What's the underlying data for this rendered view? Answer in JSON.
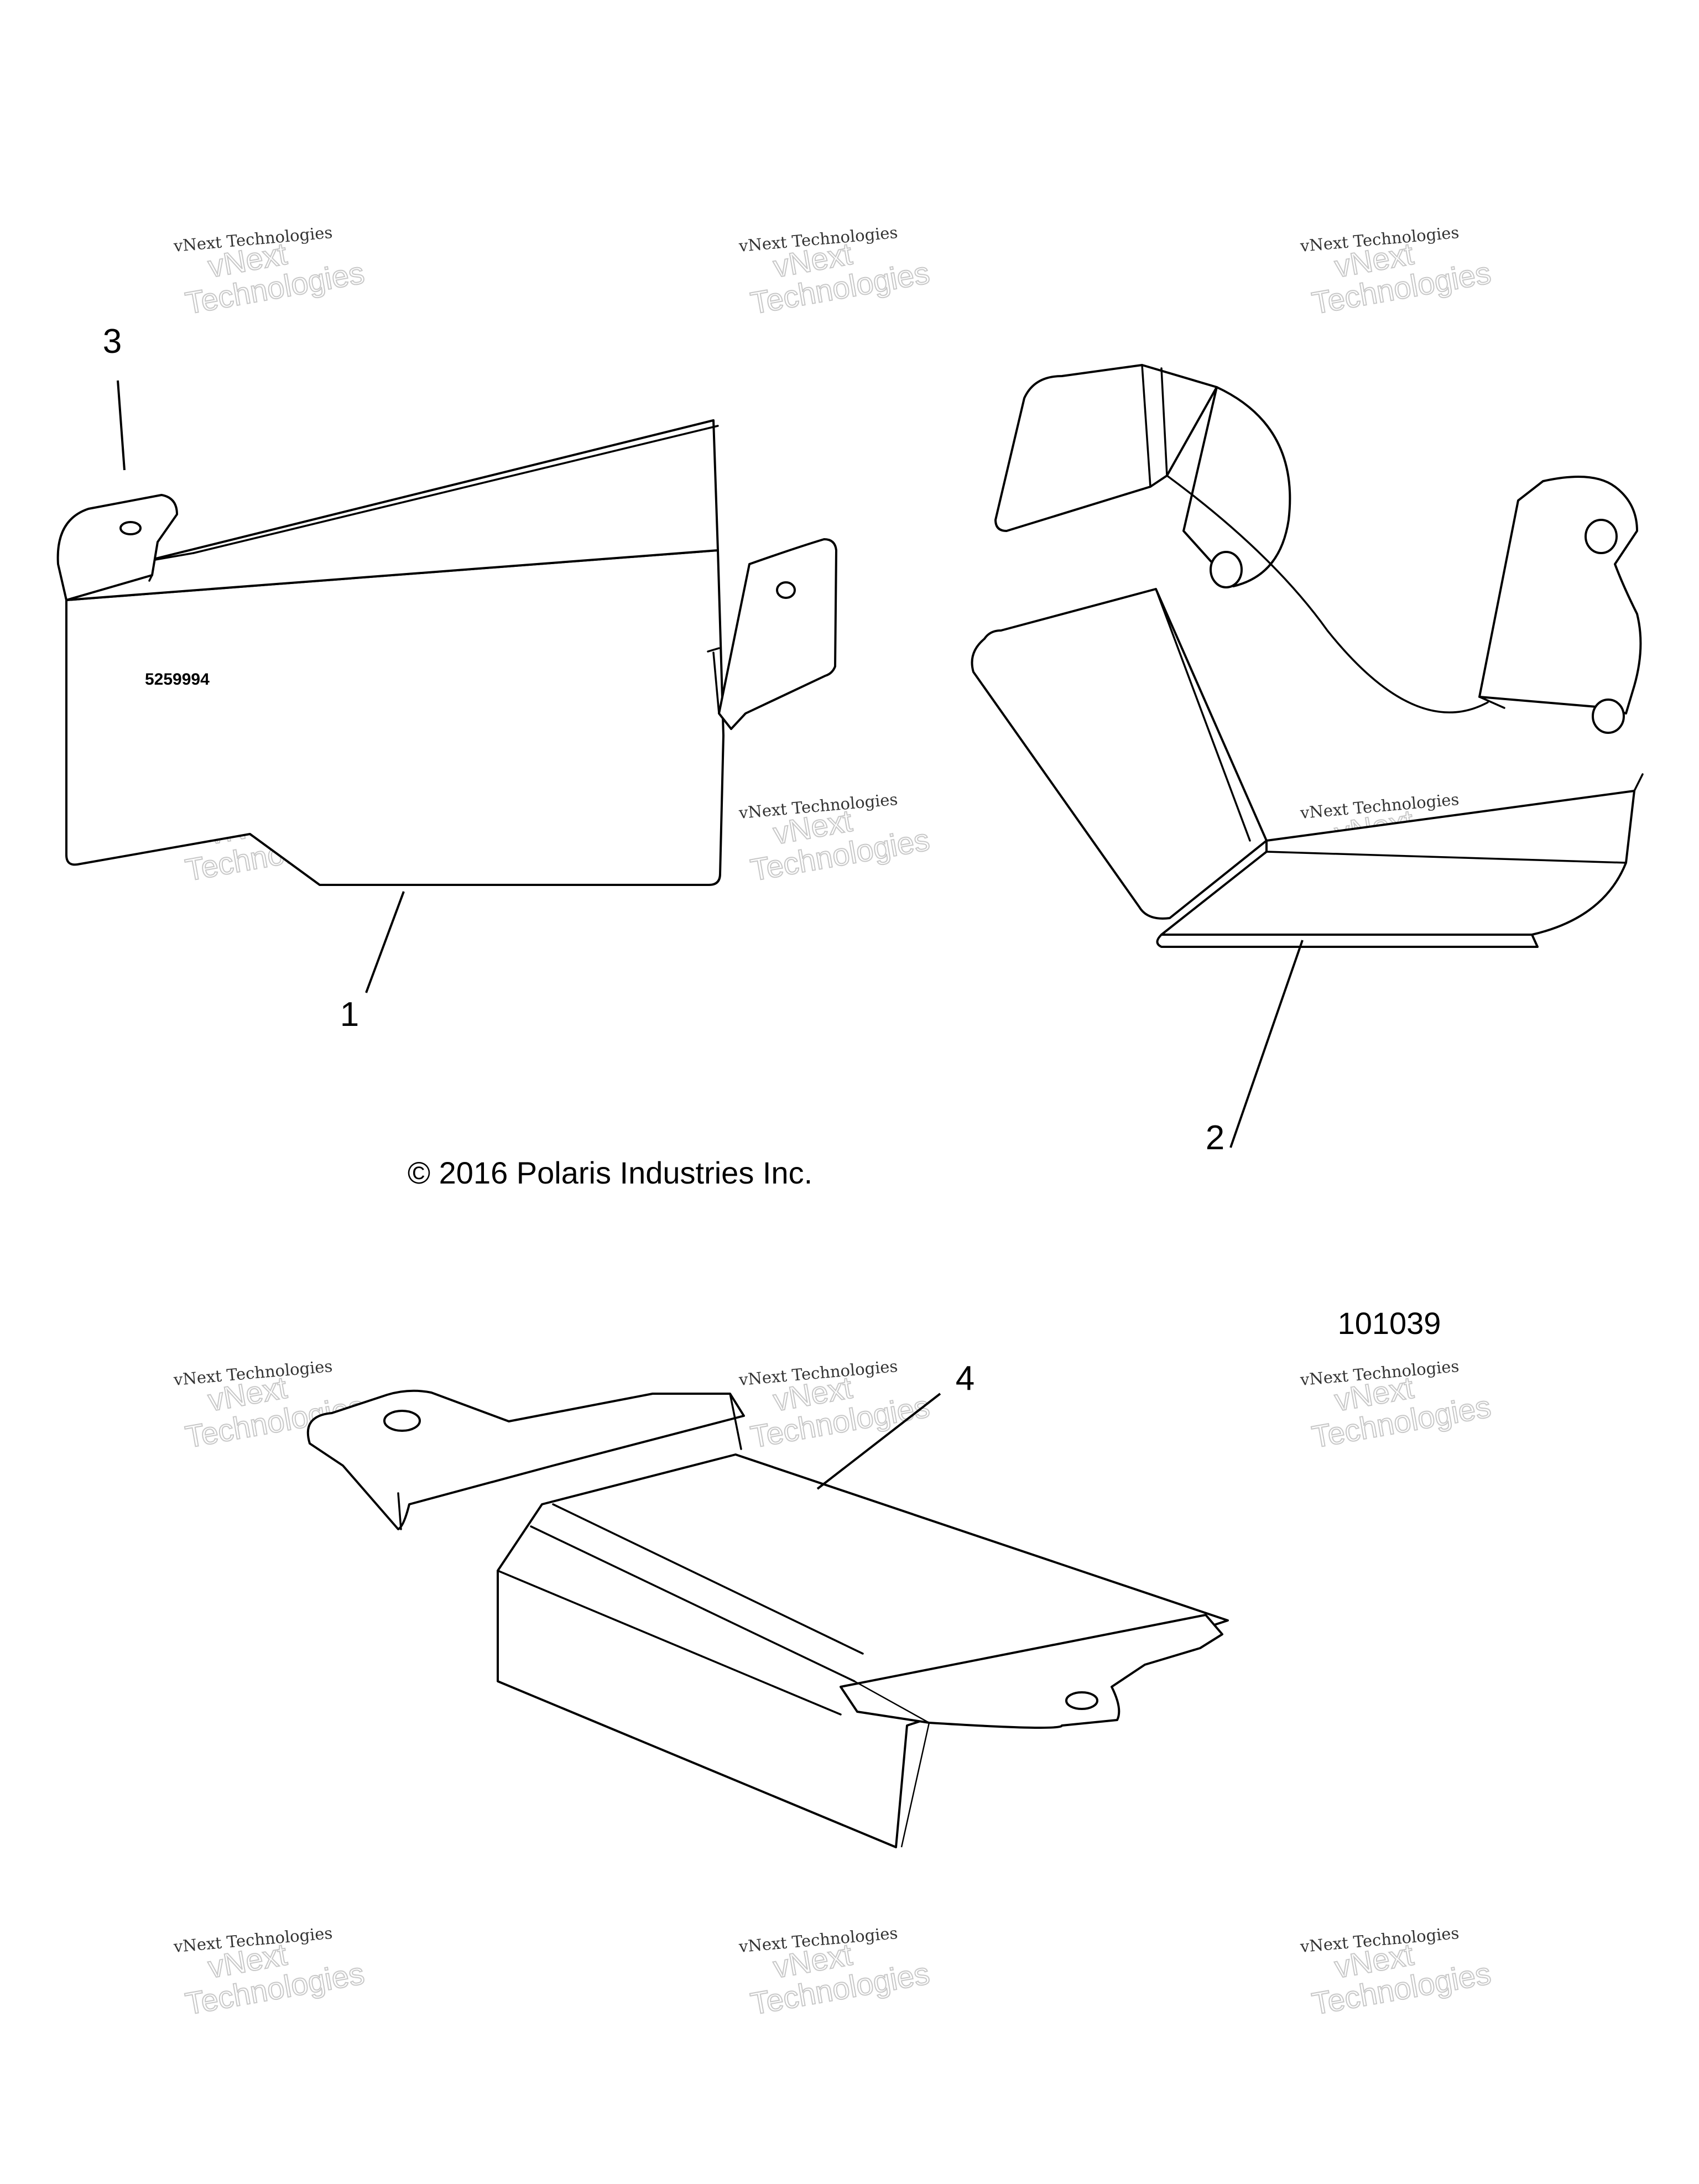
{
  "diagram": {
    "callouts": [
      "1",
      "2",
      "3",
      "4"
    ],
    "part_marking": "5259994",
    "copyright": "© 2016 Polaris Industries Inc.",
    "reference_number": "101039"
  },
  "watermark": {
    "line1": "vNext Technologies",
    "line2": "vNext",
    "line3": "Technologies"
  }
}
